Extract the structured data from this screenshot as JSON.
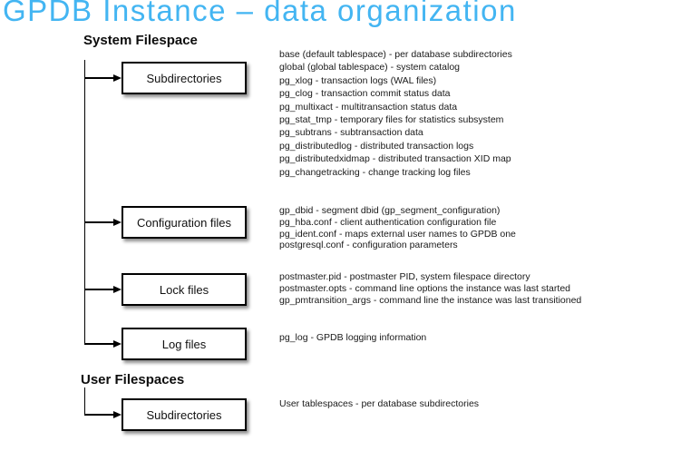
{
  "title": "GPDB Instance – data organization",
  "colors": {
    "title_blue": "#43b5f2"
  },
  "system": {
    "heading": "System Filespace",
    "nodes": [
      {
        "label": "Subdirectories",
        "lines": [
          "base (default tablespace) - per database subdirectories",
          "global (global tablespace) - system catalog",
          "pg_xlog - transaction logs (WAL files)",
          "pg_clog - transaction commit status data",
          "pg_multixact - multitransaction status data",
          "pg_stat_tmp - temporary files for statistics subsystem",
          "pg_subtrans - subtransaction data",
          "pg_distributedlog - distributed transaction logs",
          "pg_distributedxidmap - distributed transaction XID map",
          "pg_changetracking - change tracking log files"
        ]
      },
      {
        "label": "Configuration files",
        "lines": [
          "gp_dbid - segment dbid (gp_segment_configuration)",
          "pg_hba.conf - client authentication configuration file",
          "pg_ident.conf - maps external user names to GPDB one",
          "postgresql.conf - configuration parameters"
        ]
      },
      {
        "label": "Lock files",
        "lines": [
          "postmaster.pid - postmaster PID, system filespace directory",
          "postmaster.opts - command line options the instance was last started",
          "gp_pmtransition_args - command line the instance was last transitioned"
        ]
      },
      {
        "label": "Log files",
        "lines": [
          "pg_log - GPDB logging information"
        ]
      }
    ]
  },
  "user": {
    "heading": "User Filespaces",
    "nodes": [
      {
        "label": "Subdirectories",
        "lines": [
          "User tablespaces - per database subdirectories"
        ]
      }
    ]
  }
}
